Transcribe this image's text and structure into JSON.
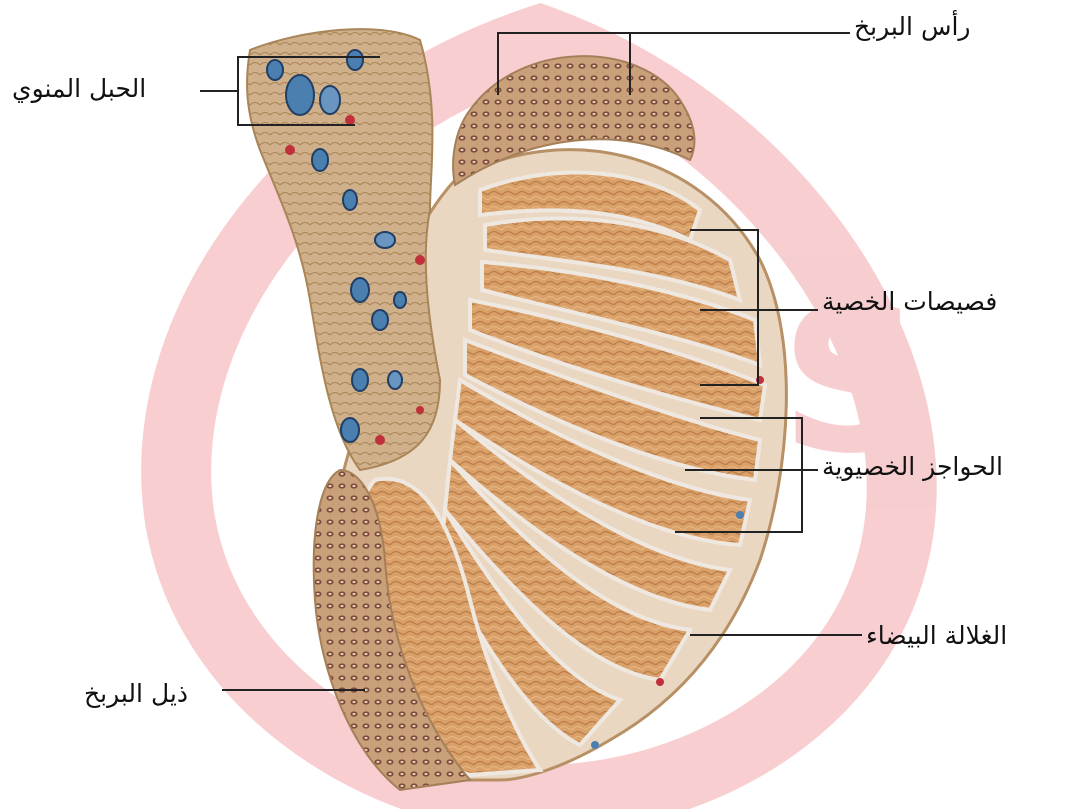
{
  "labels": {
    "spermatic_cord": "الحبل المنوي",
    "epididymis_head": "رأس البربخ",
    "testis_lobules": "فصيصات الخصية",
    "testis_septa": "الحواجز الخصيوية",
    "tunica_albuginea": "الغلالة البيضاء",
    "epididymis_tail": "ذيل البربخ"
  },
  "colors": {
    "watermark": "#f7c9cc",
    "lobule": "#d9a06a",
    "septum": "#efe8e1",
    "vein": "#4a7fb0",
    "artery": "#c0303a",
    "tissue": "#c7a67e",
    "leader": "#222222"
  }
}
